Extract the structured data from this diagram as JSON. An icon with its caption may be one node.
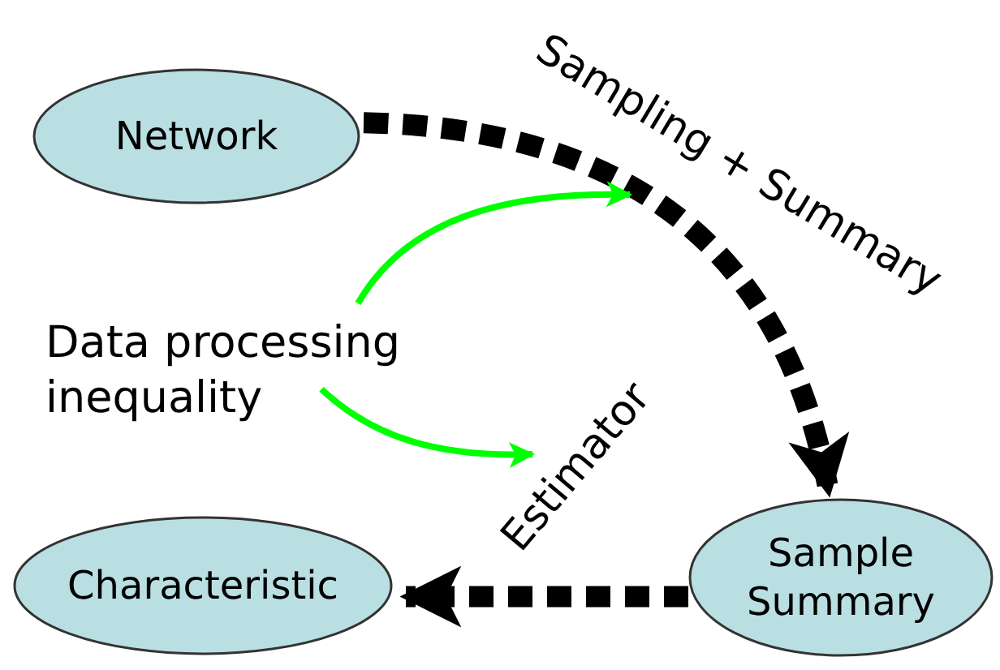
{
  "diagram": {
    "nodes": [
      {
        "text": [
          "Network"
        ]
      },
      {
        "text": [
          "Sample Summary"
        ]
      },
      {
        "text": [
          "Characteristic"
        ]
      },
      {
        "text": [
          "Data processing inequality"
        ]
      }
    ],
    "edges": [
      {
        "from": 0,
        "to": 1,
        "arrow": "to",
        "style": "dashed",
        "label": "Sampling + Summary"
      },
      {
        "from": 1,
        "to": 2,
        "arrow": "to",
        "style": "dashed",
        "label": "Estimator"
      },
      {
        "from": 3,
        "to": null,
        "arrow": "to",
        "color": "#00ff00"
      },
      {
        "from": 3,
        "to": null,
        "arrow": "to",
        "color": "#00ff00"
      }
    ]
  }
}
